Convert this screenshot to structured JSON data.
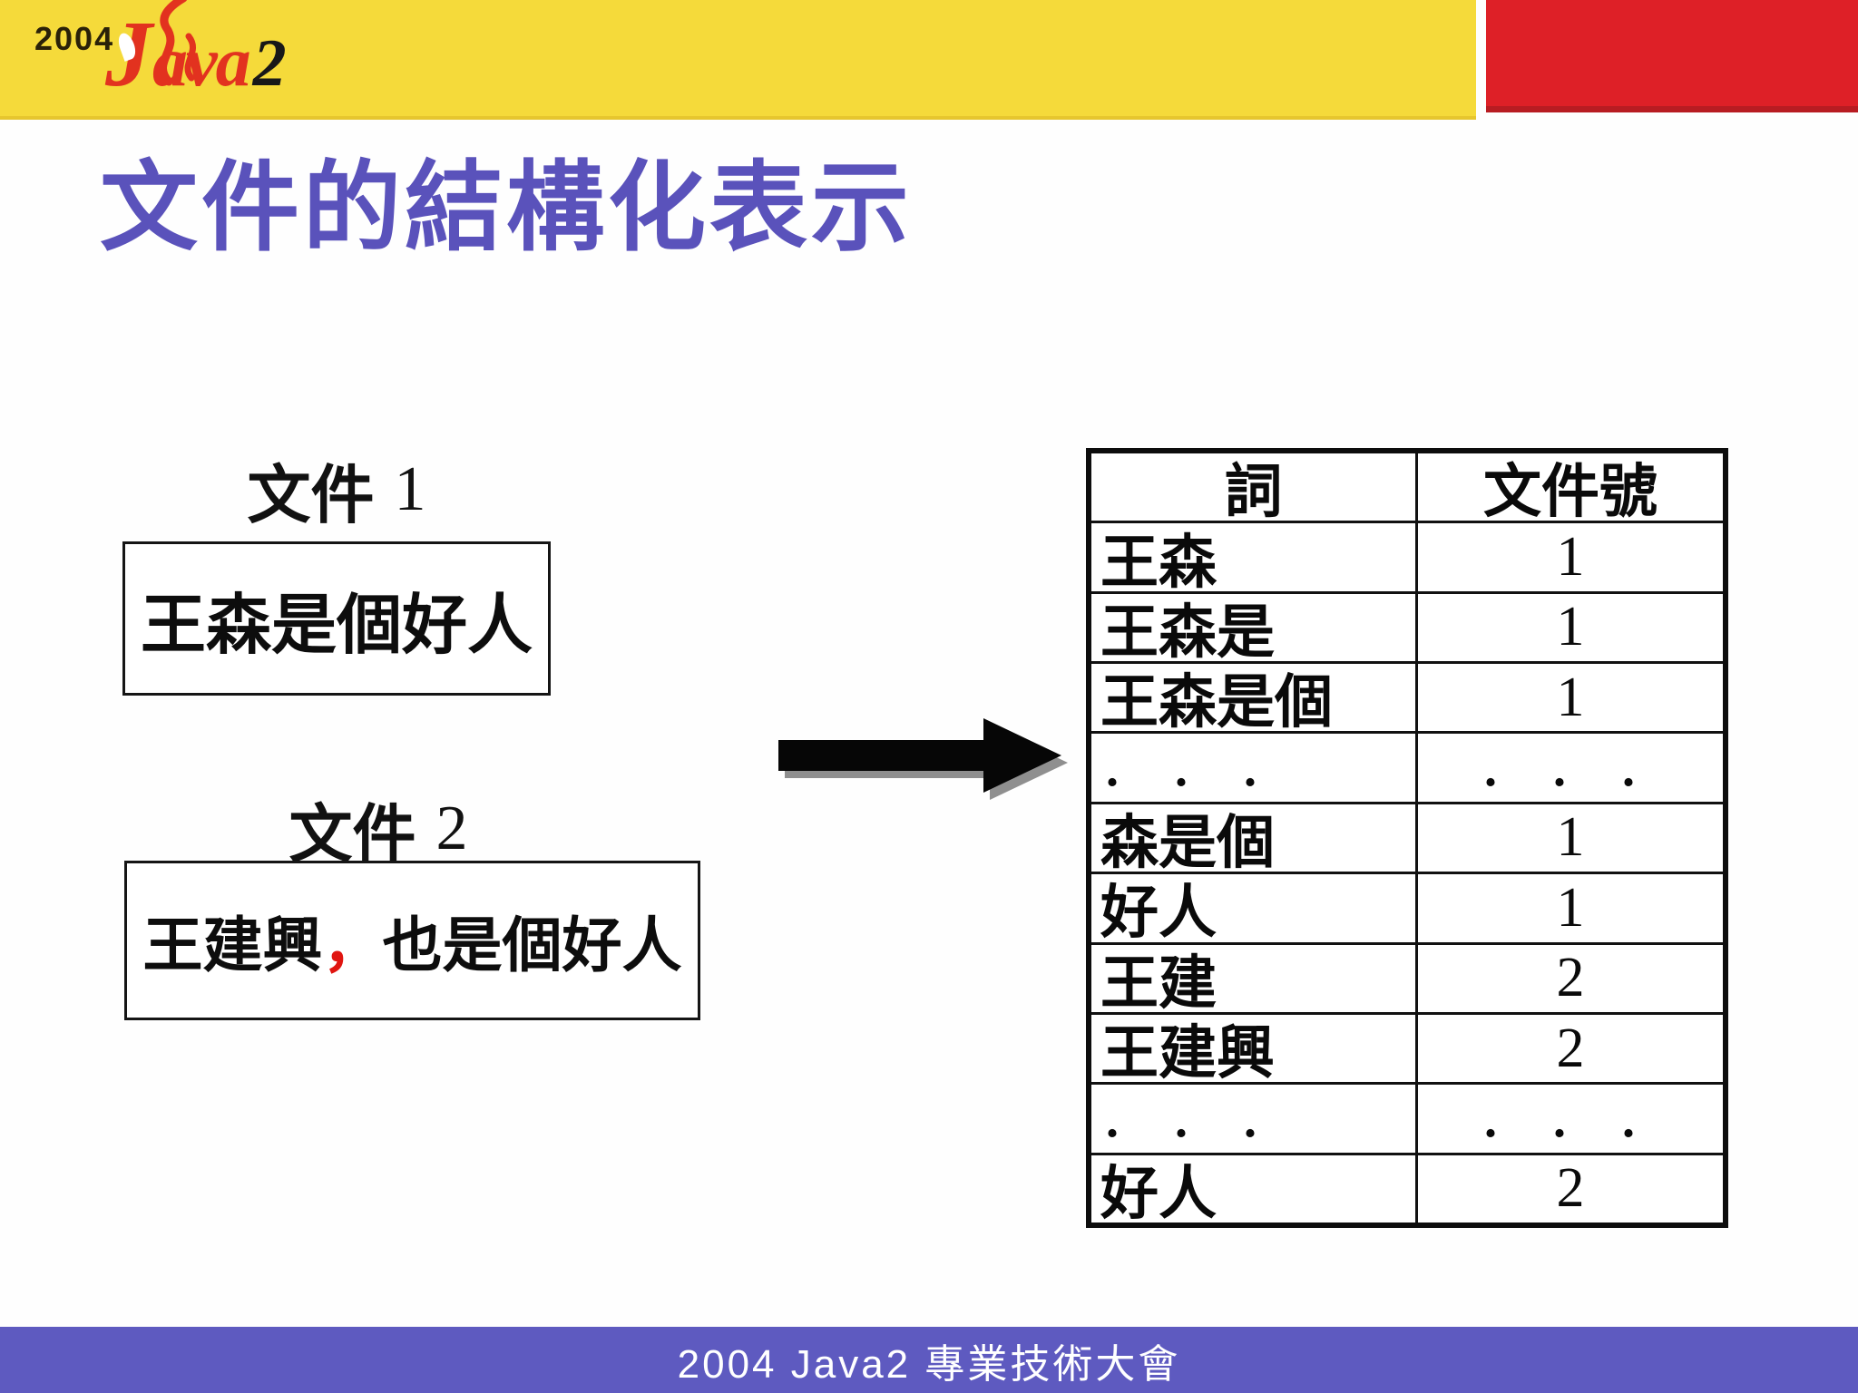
{
  "header": {
    "logo": {
      "year": "2004",
      "java_j": "J",
      "java_ava": "ava",
      "java_2": "2"
    }
  },
  "title": "文件的結構化表示",
  "documents": [
    {
      "label_prefix": "文件",
      "label_number": "1",
      "text": "王森是個好人"
    },
    {
      "label_prefix": "文件",
      "label_number": "2",
      "text_before": "王建興",
      "comma": "，",
      "text_after": "也是個好人"
    }
  ],
  "table": {
    "headers": [
      "詞",
      "文件號"
    ],
    "rows": [
      [
        "王森",
        "1"
      ],
      [
        "王森是",
        "1"
      ],
      [
        "王森是個",
        "1"
      ],
      [
        ". . .",
        ". . ."
      ],
      [
        "森是個",
        "1"
      ],
      [
        "好人",
        "1"
      ],
      [
        "王建",
        "2"
      ],
      [
        "王建興",
        "2"
      ],
      [
        ". . .",
        ". . ."
      ],
      [
        "好人",
        "2"
      ]
    ]
  },
  "footer": {
    "text": "2004 Java2 專業技術大會"
  },
  "colors": {
    "band_yellow": "#f5da3a",
    "corner_red": "#de2027",
    "title_purple": "#5a52bb",
    "footer_purple": "#5e5ac0",
    "comma_red": "#e01510",
    "logo_red": "#e2321f"
  }
}
